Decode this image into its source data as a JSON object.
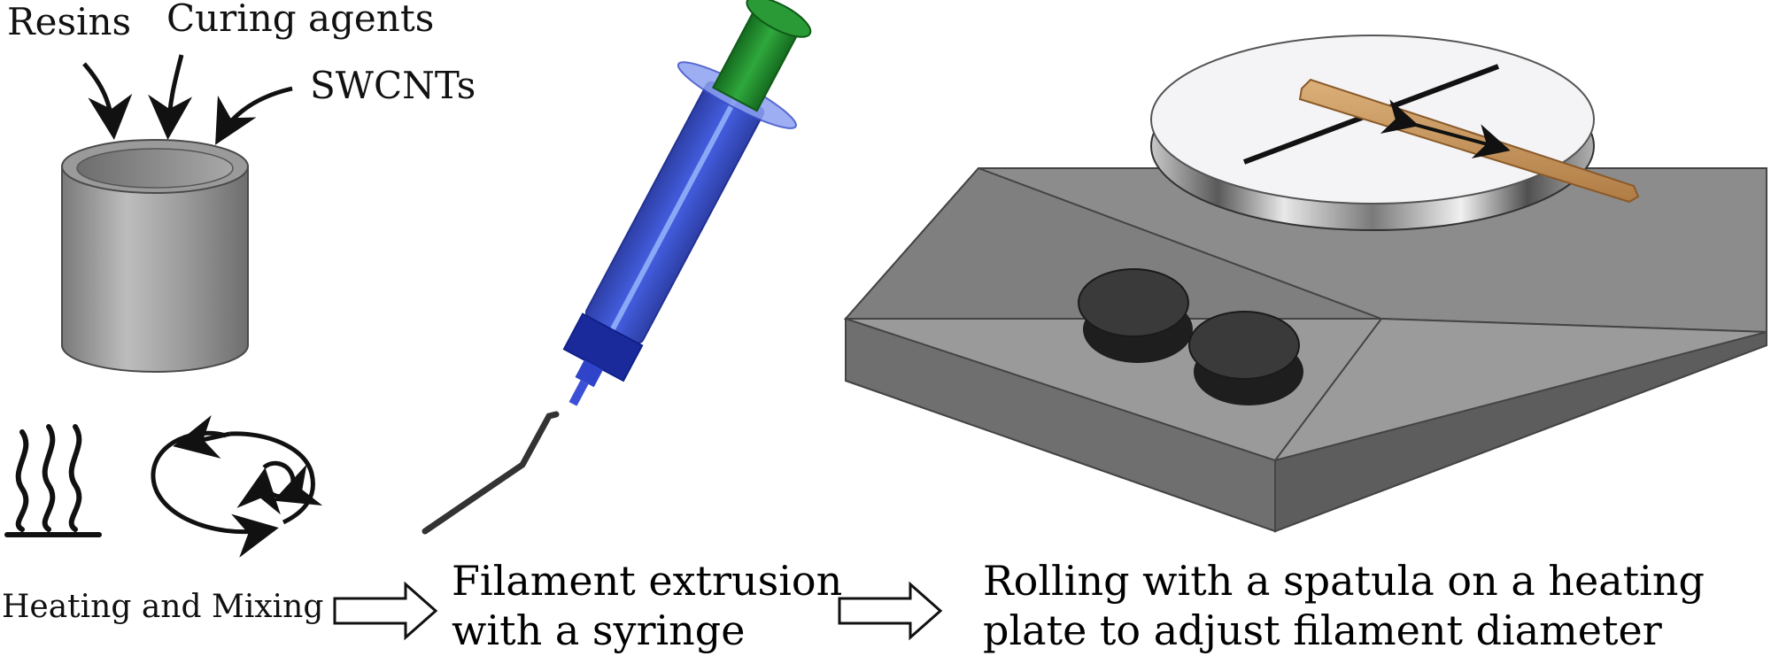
{
  "inputs": {
    "resins": "Resins",
    "curing_agents": "Curing agents",
    "swcnts": "SWCNTs"
  },
  "steps": {
    "step1": "Heating and Mixing",
    "step2_line1": "Filament extrusion",
    "step2_line2": "with a syringe",
    "step3_line1": "Rolling with a spatula on a heating",
    "step3_line2": "plate to adjust filament diameter"
  },
  "icons": {
    "container": "cylinder-container-icon",
    "heat": "heat-waves-icon",
    "mix": "mixing-cycle-icon",
    "syringe": "syringe-icon",
    "hotplate": "hot-plate-icon",
    "spatula": "spatula-icon",
    "flow_arrow": "hollow-arrow-icon"
  },
  "colors": {
    "syringe_barrel": "#2a3fc9",
    "syringe_plunger": "#1f8a2a",
    "spatula": "#c9935a",
    "plate_body": "#8c8c8c",
    "knob": "#2b2b2b"
  }
}
